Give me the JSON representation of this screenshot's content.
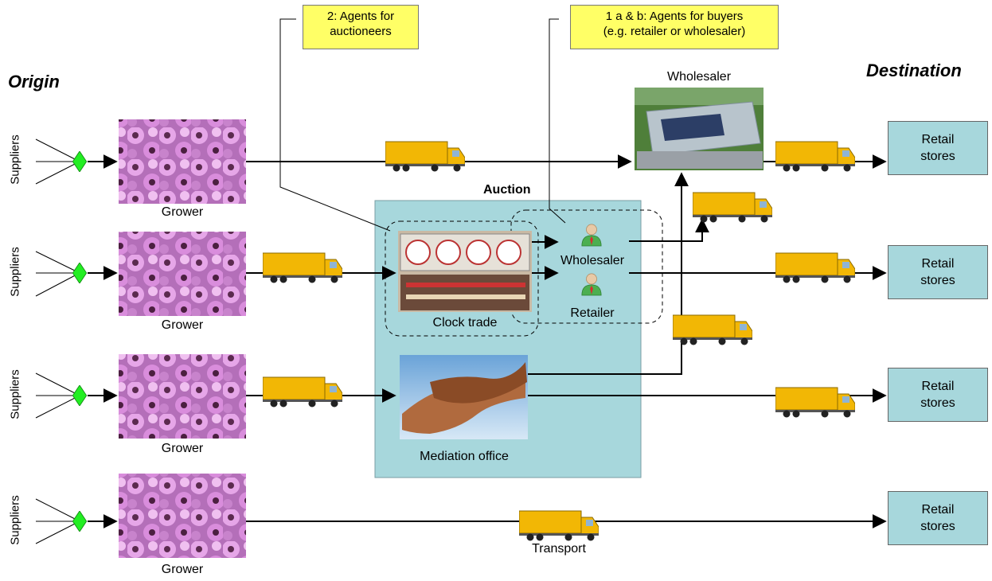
{
  "labels": {
    "origin": "Origin",
    "destination": "Destination",
    "suppliers": "Suppliers",
    "grower": "Grower",
    "wholesaler_top": "Wholesaler",
    "auction": "Auction",
    "wholesaler_buyer": "Wholesaler",
    "retailer_buyer": "Retailer",
    "clock_trade": "Clock trade",
    "mediation_office": "Mediation office",
    "transport": "Transport",
    "retail_line1": "Retail",
    "retail_line2": "stores"
  },
  "notes": {
    "auctioneers_line1": "2: Agents for",
    "auctioneers_line2": "auctioneers",
    "buyers_line1": "1 a & b: Agents for buyers",
    "buyers_line2": "(e.g. retailer or wholesaler)"
  },
  "colors": {
    "auction_box": "#a7d7dc",
    "note_fill": "#ffff66",
    "truck_yellow": "#f2b705",
    "diamond_green": "#22ee22",
    "flower_purple": "#c178c6"
  },
  "icons": [
    "truck-icon",
    "flower-photo",
    "warehouse-photo",
    "clock-photo",
    "handshake-photo",
    "person-icon",
    "diamond-icon"
  ]
}
